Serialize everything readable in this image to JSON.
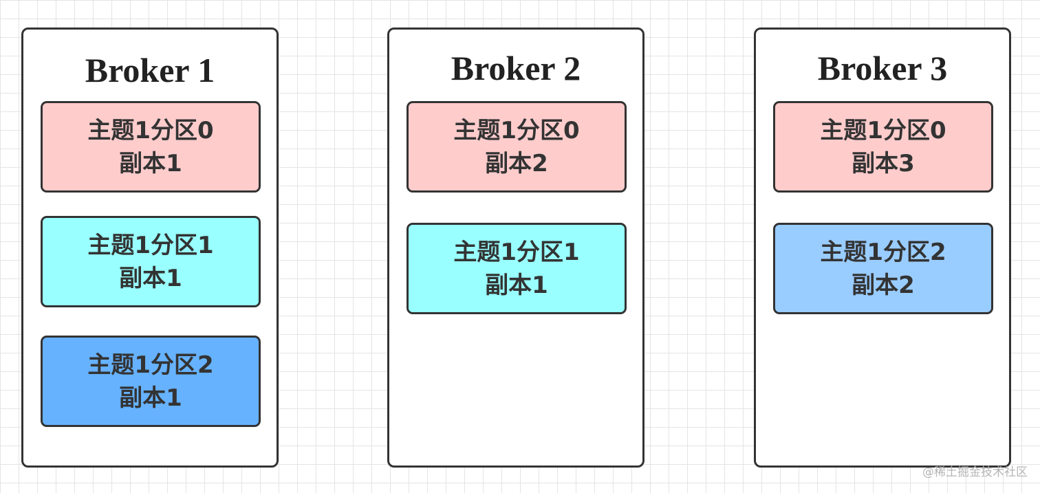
{
  "brokers": [
    {
      "name": "Broker 1",
      "replicas": [
        {
          "partition": "主题1分区0",
          "replica": "副本1",
          "color": "#ffcccc"
        },
        {
          "partition": "主题1分区1",
          "replica": "副本1",
          "color": "#99ffff"
        },
        {
          "partition": "主题1分区2",
          "replica": "副本1",
          "color": "#66b2ff"
        }
      ]
    },
    {
      "name": "Broker 2",
      "replicas": [
        {
          "partition": "主题1分区0",
          "replica": "副本2",
          "color": "#ffcccc"
        },
        {
          "partition": "主题1分区1",
          "replica": "副本1",
          "color": "#99ffff"
        }
      ]
    },
    {
      "name": "Broker 3",
      "replicas": [
        {
          "partition": "主题1分区0",
          "replica": "副本3",
          "color": "#ffcccc"
        },
        {
          "partition": "主题1分区2",
          "replica": "副本2",
          "color": "#99ccff"
        }
      ]
    }
  ],
  "watermark": "@稀土掘金技术社区"
}
